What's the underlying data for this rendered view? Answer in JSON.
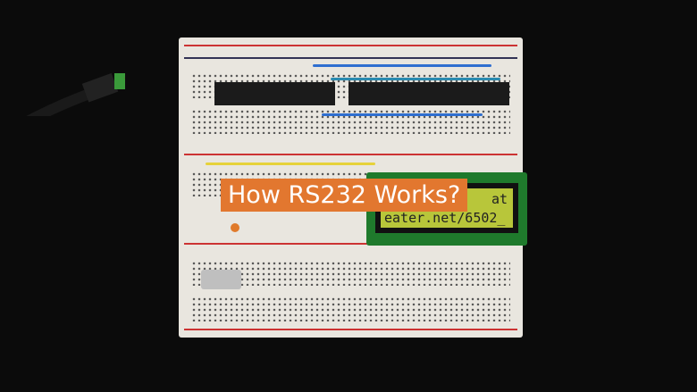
{
  "image": {
    "title_overlay": "How RS232 Works?",
    "lcd_lines": [
      "",
      "eater.net/6502_"
    ],
    "lcd_partial_text": "at",
    "colors": {
      "title_bg": "#e2772f",
      "title_text": "#ffffff",
      "background": "#0b0b0b",
      "lcd_screen": "#b8c63a",
      "lcd_pcb": "#1f7a2c"
    }
  }
}
